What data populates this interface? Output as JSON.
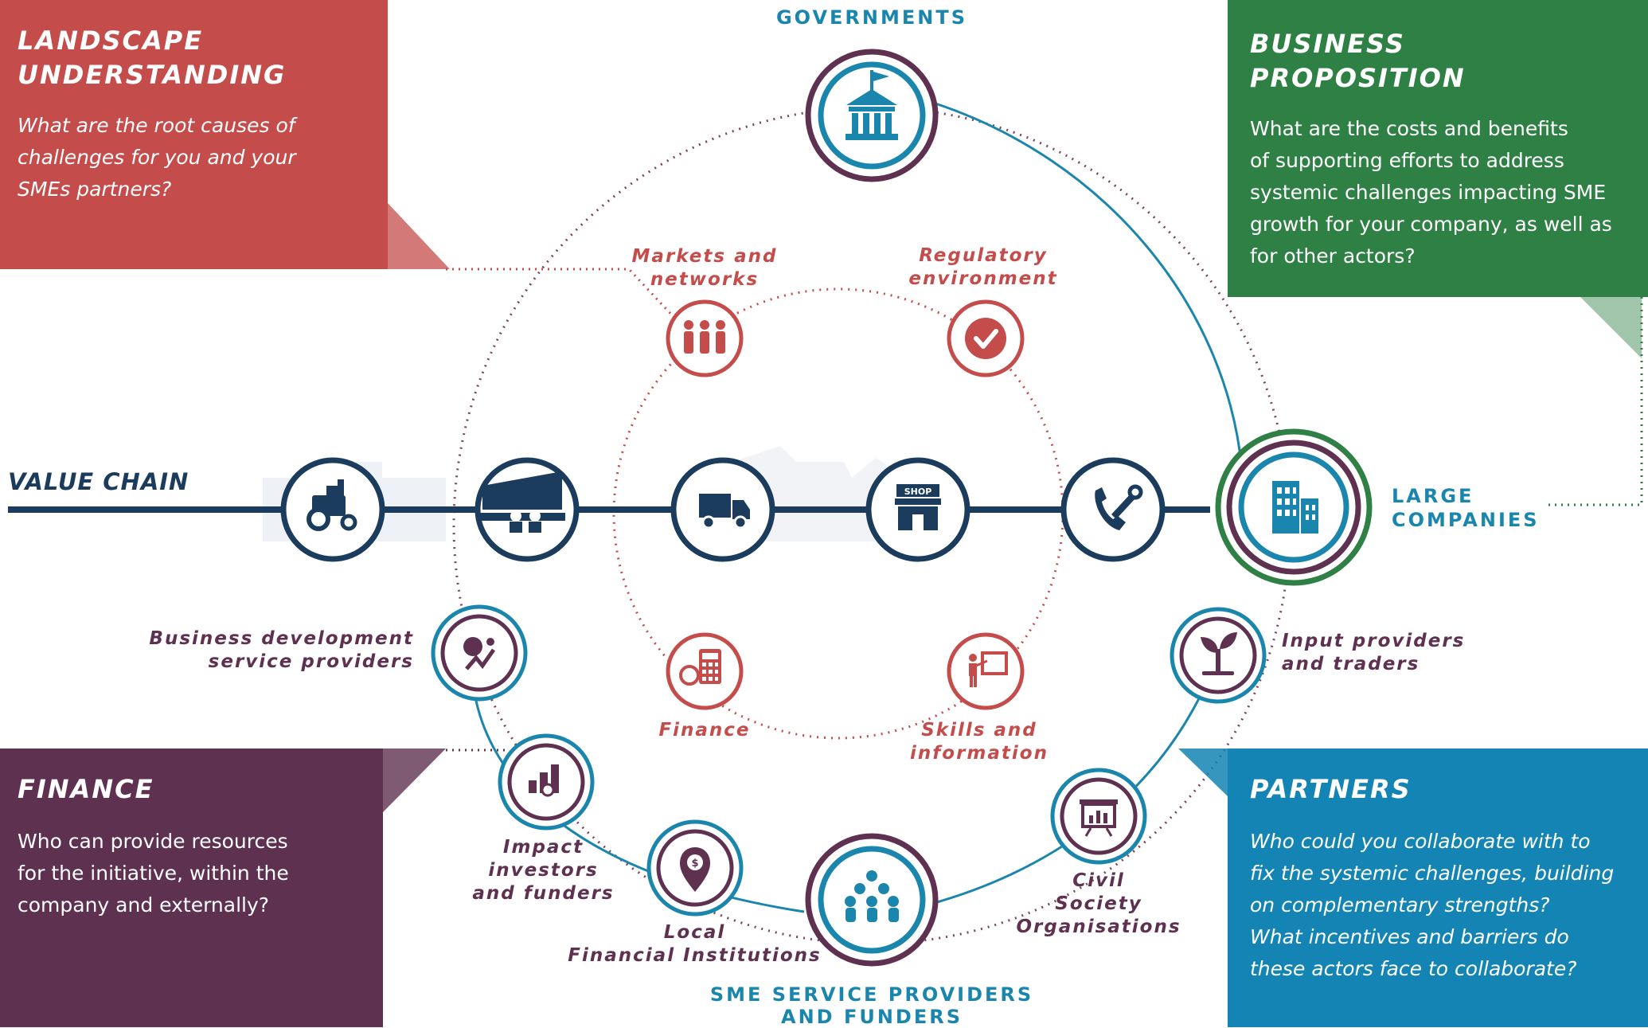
{
  "colors": {
    "red": "#c44d4c",
    "green": "#2f8045",
    "purple": "#5e3150",
    "blue": "#1384b3",
    "navy": "#1c3c5e"
  },
  "boxes": {
    "landscape": {
      "title": "LANDSCAPE\nUNDERSTANDING",
      "text": "What are the root causes of\nchallenges for you and your\nSMEs partners?"
    },
    "business": {
      "title": "BUSINESS\nPROPOSITION",
      "text": "What are the costs and benefits\nof supporting efforts to address\nsystemic challenges impacting SME\ngrowth for your company, as well as\nfor other actors?"
    },
    "finance": {
      "title": "FINANCE",
      "text": "Who can provide resources\nfor the initiative, within the\ncompany and externally?"
    },
    "partners": {
      "title": "PARTNERS",
      "text": "Who could you collaborate with to\nfix the systemic challenges, building\non complementary strengths?\nWhat incentives and barriers do\nthese actors face to collaborate?"
    }
  },
  "labels": {
    "governments": "GOVERNMENTS",
    "large_companies": "LARGE\nCOMPANIES",
    "sme_service": "SME SERVICE PROVIDERS\nAND FUNDERS",
    "value_chain": "VALUE CHAIN",
    "markets": "Markets and\nnetworks",
    "regulatory": "Regulatory\nenvironment",
    "finance_inner": "Finance",
    "skills": "Skills and\ninformation",
    "bds": "Business development\nservice providers",
    "input_providers": "Input providers\nand traders",
    "impact_investors": "Impact\ninvestors\nand funders",
    "local_fi": "Local\nFinancial Institutions",
    "civil_society": "Civil\nSociety\nOrganisations",
    "shop_sign": "SHOP"
  },
  "icons": {
    "governments": "government-building-icon",
    "large_companies": "office-building-icon",
    "sme_service": "people-group-icon",
    "value_chain": [
      "tractor-icon",
      "factory-icon",
      "truck-icon",
      "shop-icon",
      "tools-phone-icon"
    ],
    "markets": "people-network-icon",
    "regulatory": "checkmark-icon",
    "finance_inner": "calculator-coin-icon",
    "skills": "presentation-teacher-icon",
    "bds": "business-growth-icon",
    "input_providers": "seedling-icon",
    "impact_investors": "chart-magnifier-icon",
    "local_fi": "location-pin-icon",
    "civil_society": "presentation-board-icon"
  }
}
